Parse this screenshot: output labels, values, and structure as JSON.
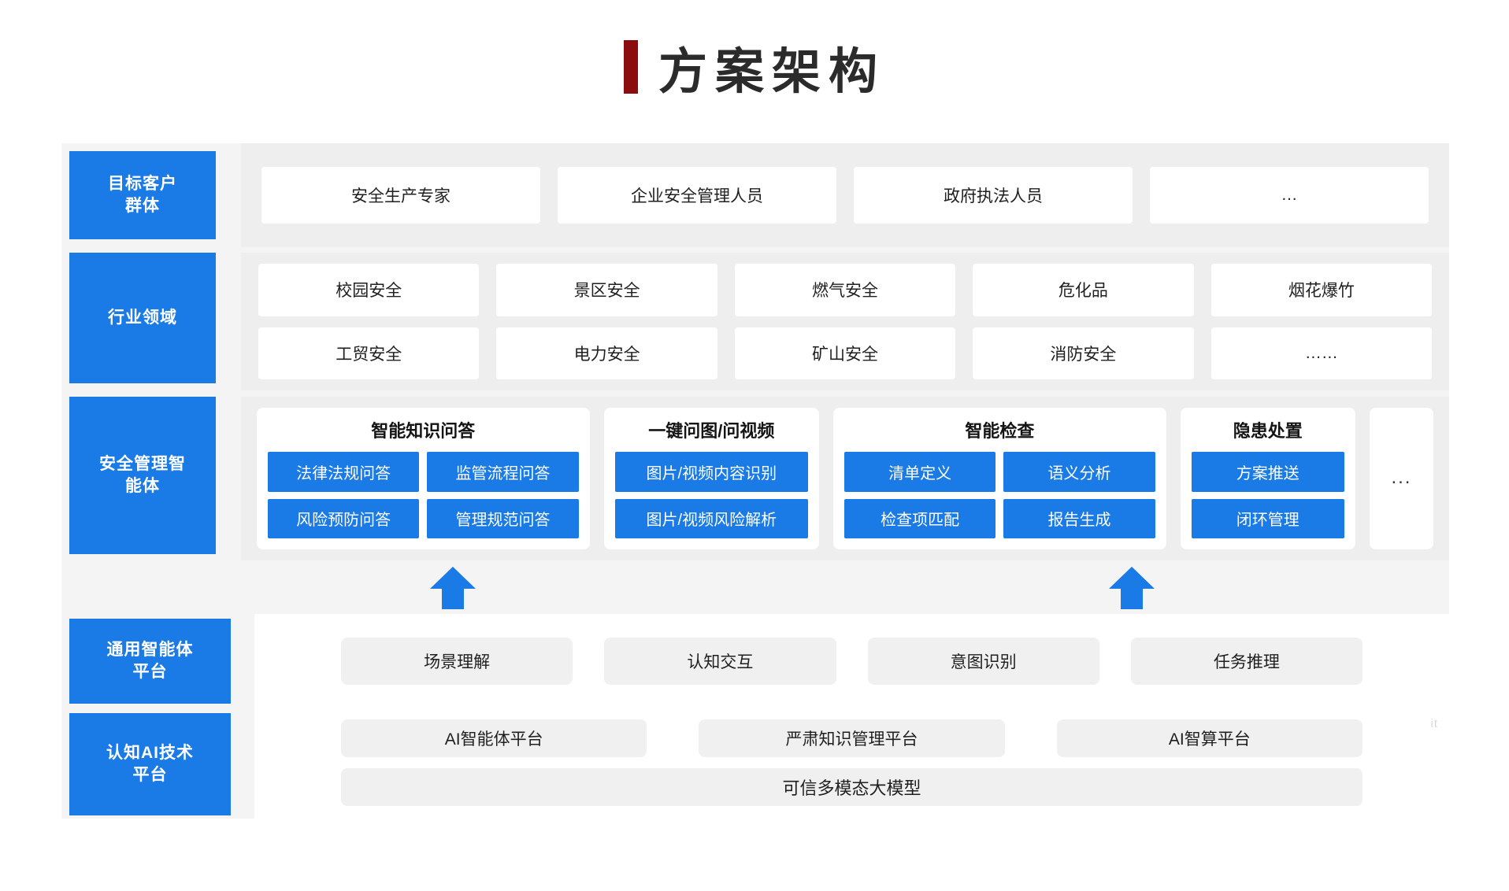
{
  "title": {
    "text": "方案架构",
    "accent_color": "#8B0D0D"
  },
  "theme": {
    "blue": "#1a7ae6",
    "band_grey": "#eeeeee",
    "frame_grey": "#f4f4f4",
    "chip_grey": "#f0f0f0"
  },
  "rows": {
    "target_customers": {
      "label": "目标客户\n群体",
      "label_line1": "目标客户",
      "label_line2": "群体",
      "items": [
        "安全生产专家",
        "企业安全管理人员",
        "政府执法人员",
        "…"
      ]
    },
    "industry": {
      "label": "行业领域",
      "line1": [
        "校园安全",
        "景区安全",
        "燃气安全",
        "危化品",
        "烟花爆竹"
      ],
      "line2": [
        "工贸安全",
        "电力安全",
        "矿山安全",
        "消防安全",
        "……"
      ]
    },
    "safety_agents": {
      "label_line1": "安全管理智",
      "label_line2": "能体",
      "cards": [
        {
          "title": "智能知识问答",
          "pills_row1": [
            "法律法规问答",
            "监管流程问答"
          ],
          "pills_row2": [
            "风险预防问答",
            "管理规范问答"
          ]
        },
        {
          "title": "一键问图/问视频",
          "pills_row1": [
            "图片/视频内容识别"
          ],
          "pills_row2": [
            "图片/视频风险解析"
          ]
        },
        {
          "title": "智能检查",
          "pills_row1": [
            "清单定义",
            "语义分析"
          ],
          "pills_row2": [
            "检查项匹配",
            "报告生成"
          ]
        },
        {
          "title": "隐患处置",
          "pills_row1": [
            "方案推送"
          ],
          "pills_row2": [
            "闭环管理"
          ]
        }
      ],
      "more": "..."
    },
    "general_platform": {
      "label_line1": "通用智能体",
      "label_line2": "平台",
      "items": [
        "场景理解",
        "认知交互",
        "意图识别",
        "任务推理"
      ]
    },
    "cognitive_platform": {
      "label_line1": "认知AI技术",
      "label_line2": "平台",
      "line1": [
        "AI智能体平台",
        "严肃知识管理平台",
        "AI智算平台"
      ],
      "wide": "可信多模态大模型"
    }
  },
  "arrows": {
    "left": "up-arrow",
    "right": "up-arrow",
    "color": "#1a7ae6"
  },
  "watermark": "it"
}
